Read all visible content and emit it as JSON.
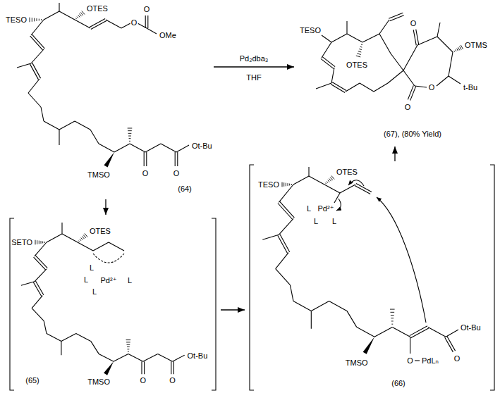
{
  "diagram": {
    "nodes": [
      {
        "text": [
          "TESO",
          "OTES",
          "O",
          "O",
          "OMe",
          "TMSO",
          "O",
          "O",
          "Ot-Bu",
          "(64)"
        ]
      },
      {
        "text": [
          "TESO",
          "O",
          "OTES",
          "OTMS",
          "O",
          "O",
          "t-Bu",
          "(67), (80% Yield)"
        ]
      },
      {
        "text": [
          "SETO",
          "OTES",
          "L",
          "L",
          "Pd²⁺",
          "L",
          "L",
          "TMSO",
          "O",
          "O",
          "Ot-Bu",
          "(65)"
        ]
      },
      {
        "text": [
          "TESO",
          "OTES",
          "L",
          "Pd²⁺",
          "L",
          "L",
          "O",
          "Ot-Bu",
          "TMSO",
          "O",
          "PdLₙ",
          "(66)"
        ]
      }
    ],
    "edges": [
      {
        "from": 0,
        "to": 1,
        "arrow": "to",
        "label": "Pd₂dba₃"
      },
      {
        "from": 0,
        "to": 2,
        "arrow": "to"
      },
      {
        "from": 2,
        "to": 3,
        "arrow": "to"
      },
      {
        "from": 3,
        "to": 1,
        "arrow": "to"
      }
    ],
    "labels": [
      "THF"
    ]
  }
}
